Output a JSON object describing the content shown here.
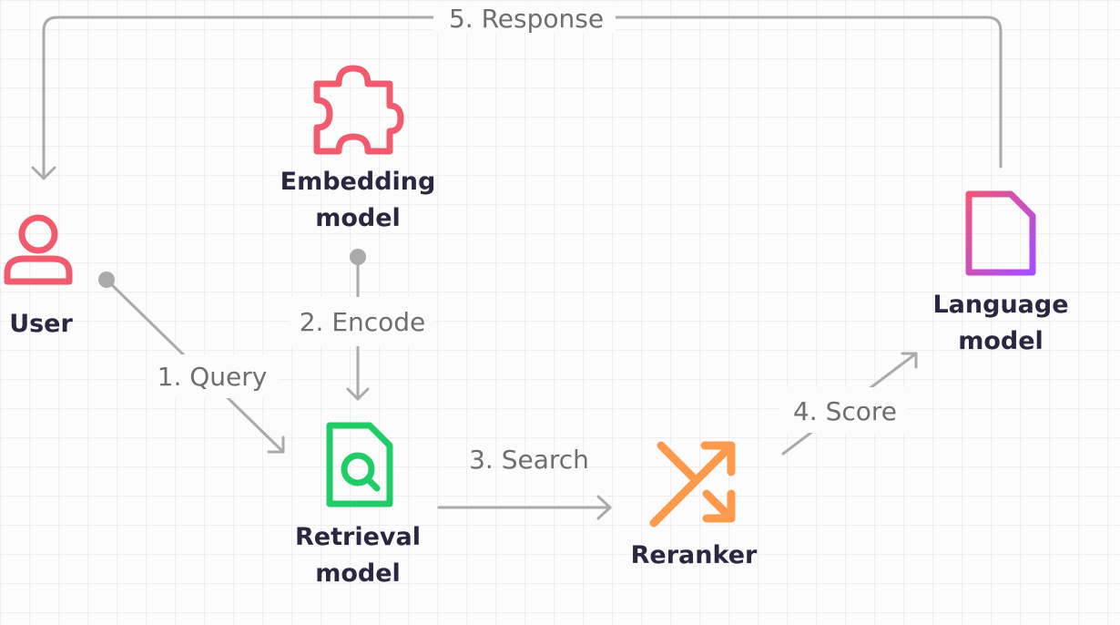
{
  "nodes": {
    "user": {
      "label": "User",
      "icon": "user-icon",
      "color": "#f25a6e"
    },
    "embedding": {
      "label_line1": "Embedding",
      "label_line2": "model",
      "icon": "puzzle-piece-icon",
      "color": "#f25a6e"
    },
    "retrieval": {
      "label_line1": "Retrieval",
      "label_line2": "model",
      "icon": "document-search-icon",
      "color": "#1fcc66"
    },
    "reranker": {
      "label": "Reranker",
      "icon": "shuffle-icon",
      "color": "#ff9a4d"
    },
    "language": {
      "label_line1": "Language",
      "label_line2": "model",
      "icon": "document-icon",
      "color_start": "#f2547a",
      "color_end": "#a64dff"
    }
  },
  "edges": {
    "query": {
      "label": "1. Query"
    },
    "encode": {
      "label": "2. Encode"
    },
    "search": {
      "label": "3. Search"
    },
    "score": {
      "label": "4. Score"
    },
    "response": {
      "label": "5. Response"
    }
  },
  "colors": {
    "edge": "#aaaaaa",
    "edge_label": "#6e6e6e",
    "node_label": "#2b2740"
  }
}
